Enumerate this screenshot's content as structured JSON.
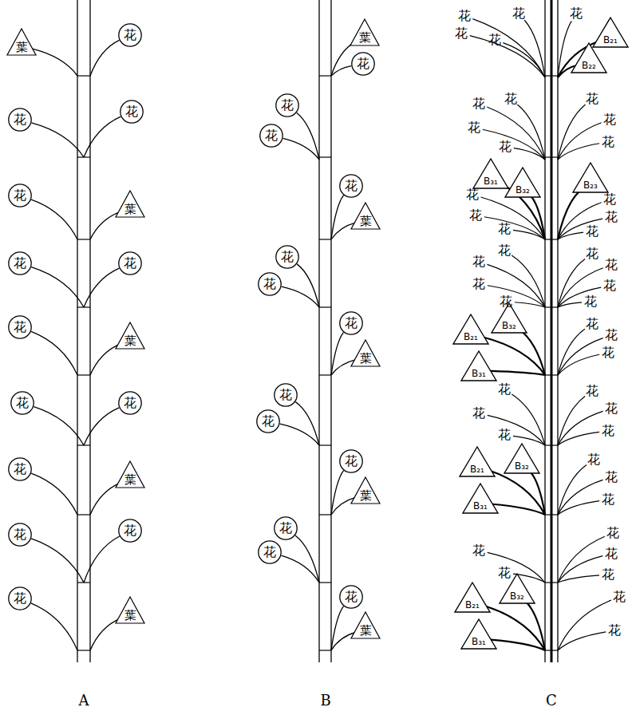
{
  "diagram": {
    "nodes": [
      {
        "text": [
          "葉"
        ]
      },
      {
        "text": [
          "花"
        ]
      },
      {
        "text": [
          "花"
        ]
      },
      {
        "text": [
          "花"
        ]
      },
      {
        "text": [
          "花"
        ]
      },
      {
        "text": [
          "葉"
        ]
      },
      {
        "text": [
          "花"
        ]
      },
      {
        "text": [
          "花"
        ]
      },
      {
        "text": [
          "花"
        ]
      },
      {
        "text": [
          "葉"
        ]
      },
      {
        "text": [
          "花"
        ]
      },
      {
        "text": [
          "花"
        ]
      },
      {
        "text": [
          "花"
        ]
      },
      {
        "text": [
          "葉"
        ]
      },
      {
        "text": [
          "花"
        ]
      },
      {
        "text": [
          "花"
        ]
      },
      {
        "text": [
          "花"
        ]
      },
      {
        "text": [
          "葉"
        ]
      },
      {
        "text": [
          "葉"
        ]
      },
      {
        "text": [
          "花"
        ]
      },
      {
        "text": [
          "花"
        ]
      },
      {
        "text": [
          "花"
        ]
      },
      {
        "text": [
          "花"
        ]
      },
      {
        "text": [
          "葉"
        ]
      },
      {
        "text": [
          "花"
        ]
      },
      {
        "text": [
          "花"
        ]
      },
      {
        "text": [
          "花"
        ]
      },
      {
        "text": [
          "葉"
        ]
      },
      {
        "text": [
          "花"
        ]
      },
      {
        "text": [
          "花"
        ]
      },
      {
        "text": [
          "花"
        ]
      },
      {
        "text": [
          "葉"
        ]
      },
      {
        "text": [
          "花"
        ]
      },
      {
        "text": [
          "花"
        ]
      },
      {
        "text": [
          "花"
        ]
      },
      {
        "text": [
          "葉"
        ]
      },
      {
        "text": [
          "B₂₁"
        ]
      },
      {
        "text": [
          "B₂₂"
        ]
      },
      {
        "text": [
          "B₃₁"
        ]
      },
      {
        "text": [
          "B₃₂"
        ]
      },
      {
        "text": [
          "B₂₃"
        ]
      },
      {
        "text": [
          "B₂₁"
        ]
      },
      {
        "text": [
          "B₃₂"
        ]
      },
      {
        "text": [
          "B₃₁"
        ]
      },
      {
        "text": [
          "B₂₁"
        ]
      },
      {
        "text": [
          "B₃₂"
        ]
      },
      {
        "text": [
          "B₃₁"
        ]
      },
      {
        "text": [
          "B₂₁"
        ]
      },
      {
        "text": [
          "B₃₂"
        ]
      },
      {
        "text": [
          "B₃₁"
        ]
      }
    ],
    "labels": [
      "花",
      "花",
      "花",
      "花",
      "花",
      "花",
      "花",
      "花",
      "花",
      "花",
      "花",
      "花",
      "花",
      "花",
      "花",
      "花",
      "花",
      "花",
      "花",
      "花",
      "花",
      "花",
      "花",
      "花",
      "花",
      "花",
      "花",
      "花",
      "花",
      "花",
      "花",
      "花",
      "花",
      "花",
      "花",
      "花",
      "花",
      "花",
      "花",
      "花",
      "花",
      "花",
      "花",
      "花",
      "花",
      "A",
      "B",
      "C"
    ]
  }
}
